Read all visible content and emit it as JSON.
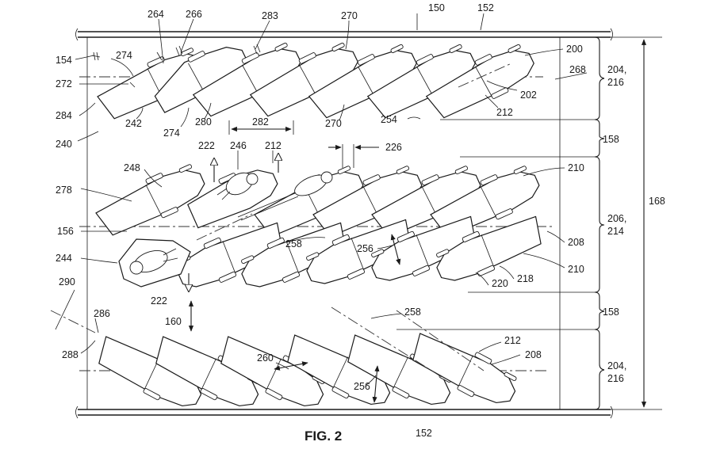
{
  "caption": "FIG. 2",
  "labels": [
    {
      "id": "l150",
      "text": "150"
    },
    {
      "id": "l152t",
      "text": "152"
    },
    {
      "id": "l152b",
      "text": "152"
    },
    {
      "id": "l154",
      "text": "154"
    },
    {
      "id": "l264",
      "text": "264"
    },
    {
      "id": "l266",
      "text": "266"
    },
    {
      "id": "l283",
      "text": "283"
    },
    {
      "id": "l270a",
      "text": "270"
    },
    {
      "id": "l274a",
      "text": "274"
    },
    {
      "id": "l272",
      "text": "272"
    },
    {
      "id": "l284",
      "text": "284"
    },
    {
      "id": "l242",
      "text": "242"
    },
    {
      "id": "l274b",
      "text": "274"
    },
    {
      "id": "l280",
      "text": "280"
    },
    {
      "id": "l270b",
      "text": "270"
    },
    {
      "id": "l254",
      "text": "254"
    },
    {
      "id": "l200",
      "text": "200"
    },
    {
      "id": "l268",
      "text": "268"
    },
    {
      "id": "l202",
      "text": "202"
    },
    {
      "id": "l212a",
      "text": "212"
    },
    {
      "id": "l204a",
      "text": "204,"
    },
    {
      "id": "l216a",
      "text": "216"
    },
    {
      "id": "l240",
      "text": "240"
    },
    {
      "id": "l282",
      "text": "282"
    },
    {
      "id": "l222a",
      "text": "222"
    },
    {
      "id": "l246",
      "text": "246"
    },
    {
      "id": "l212b",
      "text": "212"
    },
    {
      "id": "l226",
      "text": "226"
    },
    {
      "id": "l158a",
      "text": "158"
    },
    {
      "id": "l248",
      "text": "248"
    },
    {
      "id": "l210a",
      "text": "210"
    },
    {
      "id": "l278",
      "text": "278"
    },
    {
      "id": "l206",
      "text": "206,"
    },
    {
      "id": "l214",
      "text": "214"
    },
    {
      "id": "l168",
      "text": "168"
    },
    {
      "id": "l156",
      "text": "156"
    },
    {
      "id": "l258a",
      "text": "258"
    },
    {
      "id": "l256a",
      "text": "256"
    },
    {
      "id": "l208a",
      "text": "208"
    },
    {
      "id": "l244",
      "text": "244"
    },
    {
      "id": "l210b",
      "text": "210"
    },
    {
      "id": "l218",
      "text": "218"
    },
    {
      "id": "l220",
      "text": "220"
    },
    {
      "id": "l290",
      "text": "290"
    },
    {
      "id": "l222b",
      "text": "222"
    },
    {
      "id": "l160",
      "text": "160"
    },
    {
      "id": "l158b",
      "text": "158"
    },
    {
      "id": "l286",
      "text": "286"
    },
    {
      "id": "l258b",
      "text": "258"
    },
    {
      "id": "l212c",
      "text": "212"
    },
    {
      "id": "l208b",
      "text": "208"
    },
    {
      "id": "l288",
      "text": "288"
    },
    {
      "id": "l260",
      "text": "260"
    },
    {
      "id": "l256b",
      "text": "256"
    },
    {
      "id": "l204b",
      "text": "204,"
    },
    {
      "id": "l216b",
      "text": "216"
    }
  ]
}
